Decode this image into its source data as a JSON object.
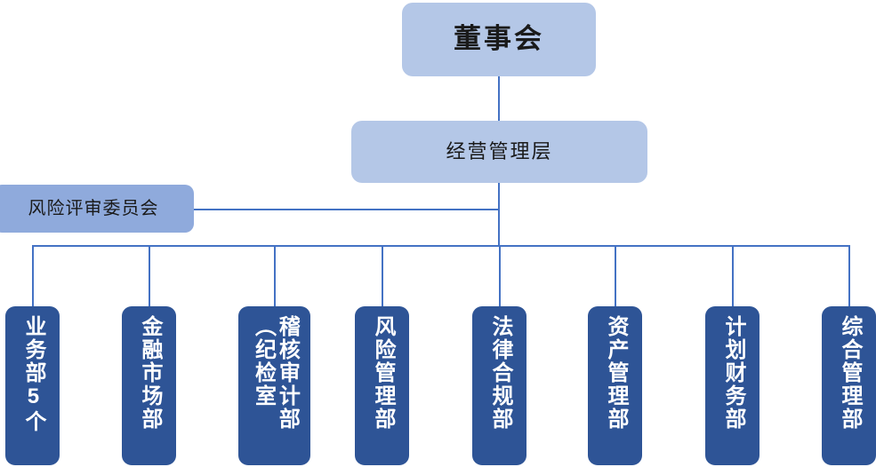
{
  "diagram": {
    "type": "org-chart",
    "orientation": "top-down",
    "colors": {
      "top_box_fill": "#b4c7e7",
      "committee_box_fill": "#8faadc",
      "department_box_fill": "#2e5496",
      "connector_line": "#4472c4",
      "dark_text": "#1a1a1a",
      "light_text": "#ffffff",
      "background": "#ffffff"
    },
    "board": {
      "label": "董事会"
    },
    "management": {
      "label": "经营管理层"
    },
    "committee": {
      "label": "风险评审委员会"
    },
    "departments": [
      {
        "label": "业务部5个"
      },
      {
        "label": "金融市场部"
      },
      {
        "label": "稽核审计部（纪检室"
      },
      {
        "label": "风险管理部"
      },
      {
        "label": "法律合规部"
      },
      {
        "label": "资产管理部"
      },
      {
        "label": "计划财务部"
      },
      {
        "label": "综合管理部"
      }
    ]
  }
}
